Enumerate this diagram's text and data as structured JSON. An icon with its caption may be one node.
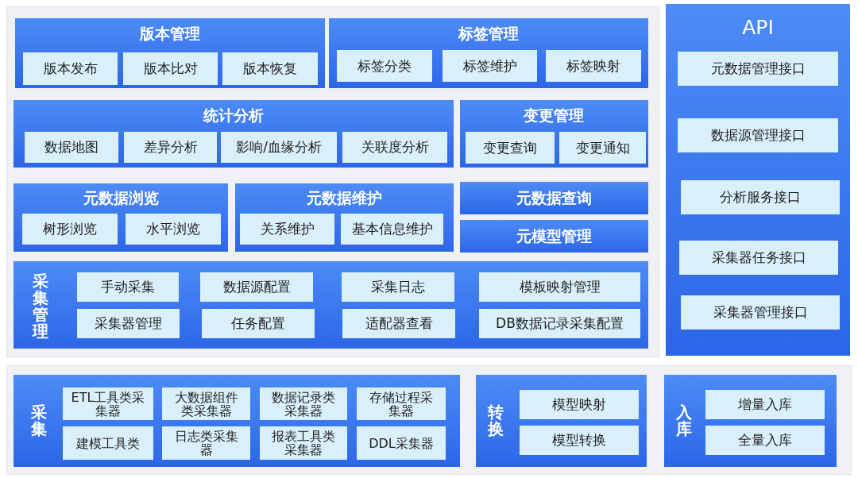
{
  "diagram": {
    "nodes": [
      {
        "text": [],
        "shape": "box"
      },
      {
        "text": [
          "版本管理"
        ],
        "in": 0
      },
      {
        "text": [
          "版本发布"
        ],
        "in": 1
      },
      {
        "text": [
          "版本比对"
        ],
        "in": 1
      },
      {
        "text": [
          "版本恢复"
        ],
        "in": 1
      },
      {
        "text": [
          "标签管理"
        ],
        "in": 0
      },
      {
        "text": [
          "标签分类"
        ],
        "in": 5
      },
      {
        "text": [
          "标签维护"
        ],
        "in": 5
      },
      {
        "text": [
          "标签映射"
        ],
        "in": 5
      },
      {
        "text": [
          "统计分析"
        ],
        "in": 0
      },
      {
        "text": [
          "数据地图"
        ],
        "in": 9
      },
      {
        "text": [
          "差异分析"
        ],
        "in": 9
      },
      {
        "text": [
          "影响/血缘分析"
        ],
        "in": 9
      },
      {
        "text": [
          "关联度分析"
        ],
        "in": 9
      },
      {
        "text": [
          "变更管理"
        ],
        "in": 0
      },
      {
        "text": [
          "变更查询"
        ],
        "in": 14
      },
      {
        "text": [
          "变更通知"
        ],
        "in": 14
      },
      {
        "text": [
          "元数据浏览"
        ],
        "in": 0
      },
      {
        "text": [
          "树形浏览"
        ],
        "in": 17
      },
      {
        "text": [
          "水平浏览"
        ],
        "in": 17
      },
      {
        "text": [
          "元数据维护"
        ],
        "in": 0
      },
      {
        "text": [
          "关系维护"
        ],
        "in": 20
      },
      {
        "text": [
          "基本信息维护"
        ],
        "in": 20
      },
      {
        "text": [
          "元数据查询"
        ],
        "in": 0
      },
      {
        "text": [
          "元模型管理"
        ],
        "in": 0
      },
      {
        "text": [
          "采集管理"
        ],
        "in": 0
      },
      {
        "text": [
          "手动采集"
        ],
        "in": 25
      },
      {
        "text": [
          "数据源配置"
        ],
        "in": 25
      },
      {
        "text": [
          "采集日志"
        ],
        "in": 25
      },
      {
        "text": [
          "模板映射管理"
        ],
        "in": 25
      },
      {
        "text": [
          "采集器管理"
        ],
        "in": 25
      },
      {
        "text": [
          "任务配置"
        ],
        "in": 25
      },
      {
        "text": [
          "适配器查看"
        ],
        "in": 25
      },
      {
        "text": [
          "DB数据记录采集配置"
        ],
        "in": 25
      },
      {
        "text": [
          "API"
        ]
      },
      {
        "text": [
          "元数据管理接口"
        ],
        "in": 34
      },
      {
        "text": [
          "数据源管理接口"
        ],
        "in": 34
      },
      {
        "text": [
          "分析服务接口"
        ],
        "in": 34
      },
      {
        "text": [
          "采集器任务接口"
        ],
        "in": 34
      },
      {
        "text": [
          "采集器管理接口"
        ],
        "in": 34
      },
      {
        "text": [],
        "shape": "box"
      },
      {
        "text": [
          "采集"
        ],
        "in": 40
      },
      {
        "text": [
          "ETL工具类采集器"
        ],
        "in": 41
      },
      {
        "text": [
          "大数据组件类采集器"
        ],
        "in": 41
      },
      {
        "text": [
          "数据记录类采集器"
        ],
        "in": 41
      },
      {
        "text": [
          "存储过程采集器"
        ],
        "in": 41
      },
      {
        "text": [
          "建模工具类"
        ],
        "in": 41
      },
      {
        "text": [
          "日志类采集器"
        ],
        "in": 41
      },
      {
        "text": [
          "报表工具类采集器"
        ],
        "in": 41
      },
      {
        "text": [
          "DDL采集器"
        ],
        "in": 41
      },
      {
        "text": [
          "转换"
        ],
        "in": 40
      },
      {
        "text": [
          "模型映射"
        ],
        "in": 50
      },
      {
        "text": [
          "模型转换"
        ],
        "in": 50
      },
      {
        "text": [
          "入库"
        ],
        "in": 40
      },
      {
        "text": [
          "增量入库"
        ],
        "in": 53
      },
      {
        "text": [
          "全量入库"
        ],
        "in": 53
      }
    ]
  }
}
